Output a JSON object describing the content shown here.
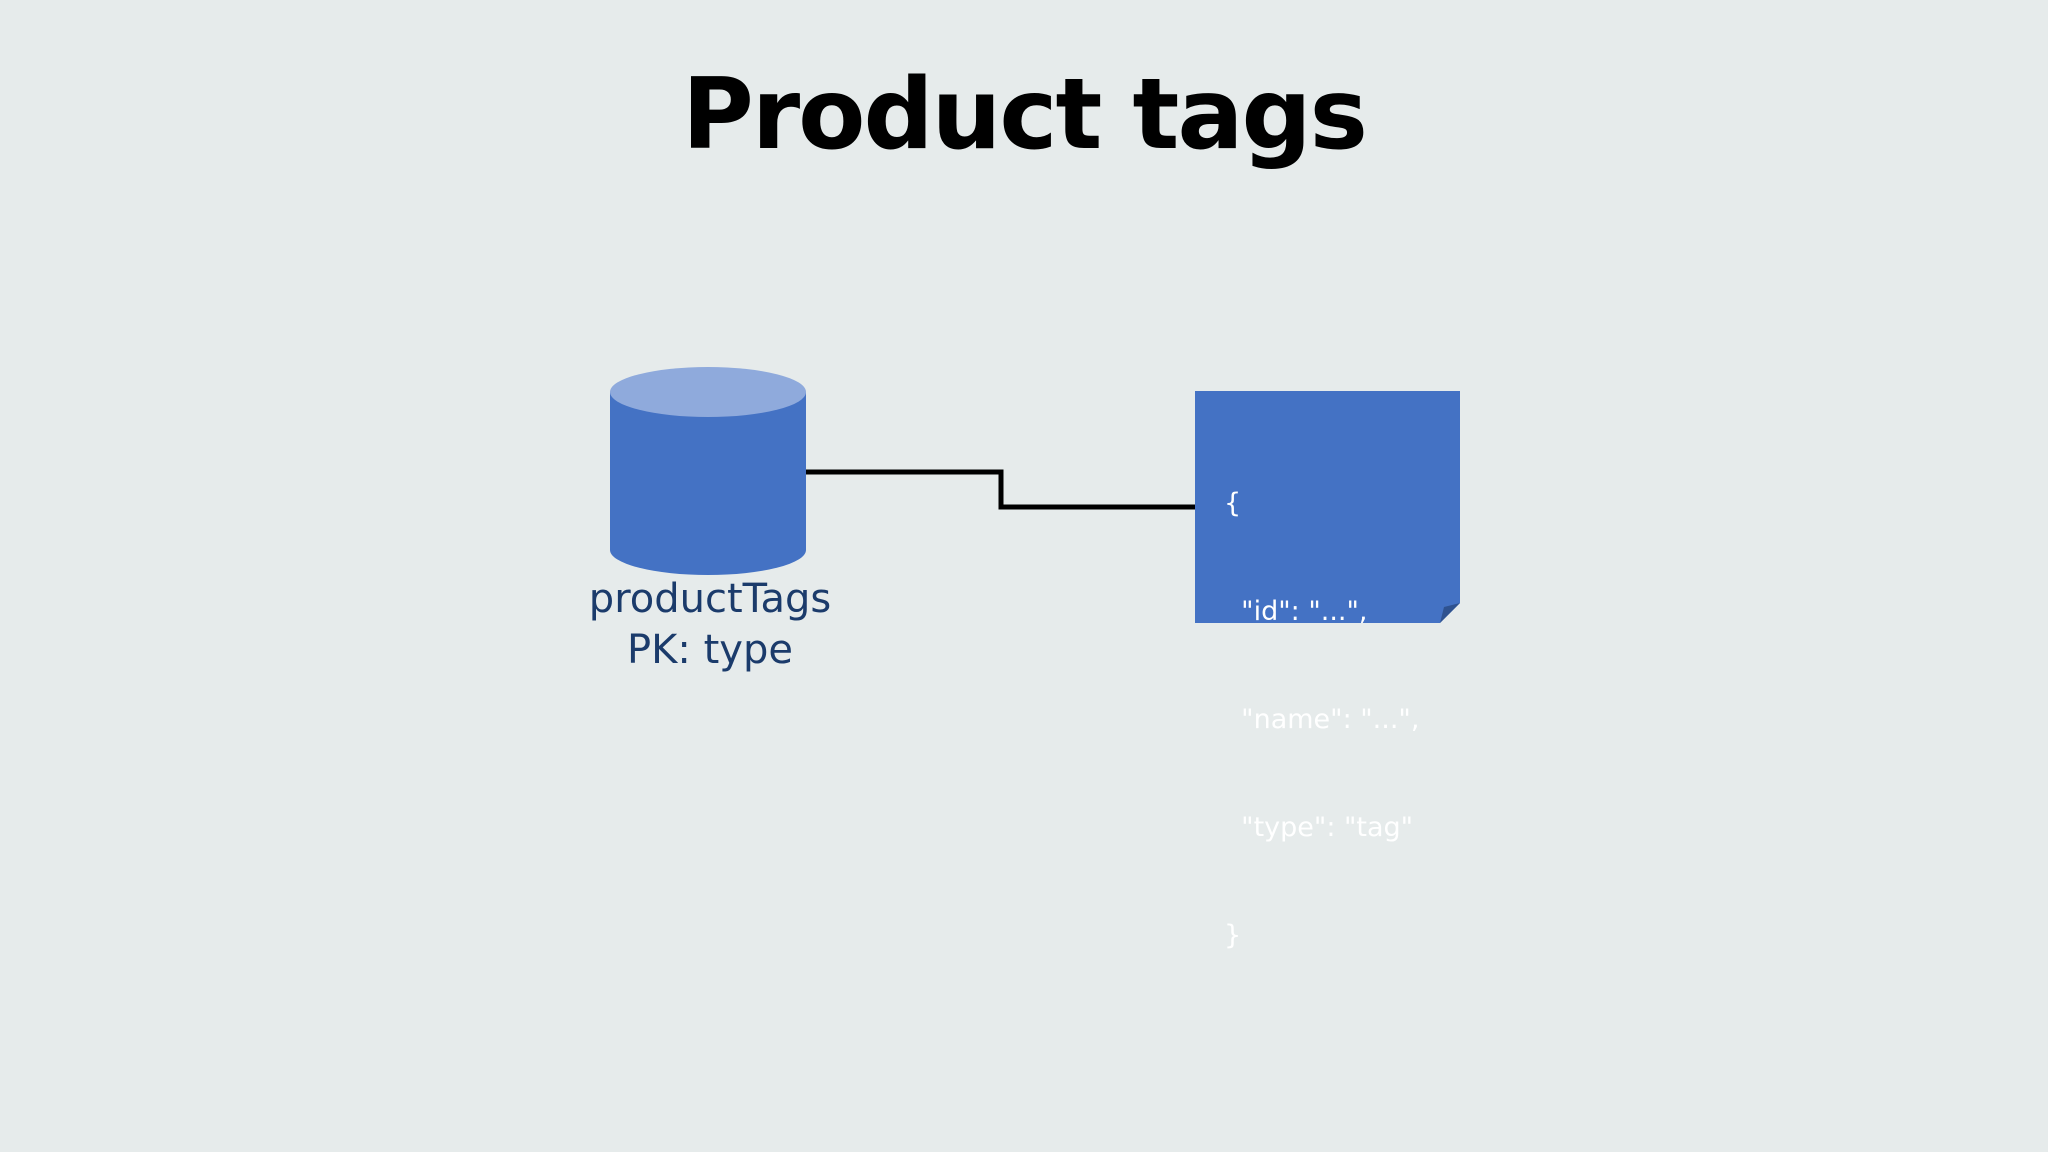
{
  "title": "Product tags",
  "container": {
    "name": "productTags",
    "partition_key": "PK: type"
  },
  "document": {
    "lines": [
      "{",
      "  \"id\": \"...\",",
      "  \"name\": \"...\",",
      "  \"type\": \"tag\"",
      "}"
    ]
  },
  "colors": {
    "background": "#e6ebeb",
    "cylinder_body": "#4472c4",
    "cylinder_top": "#8faadc",
    "document_fill": "#4472c4",
    "label_text": "#1b3b6b",
    "connector": "#000000"
  }
}
